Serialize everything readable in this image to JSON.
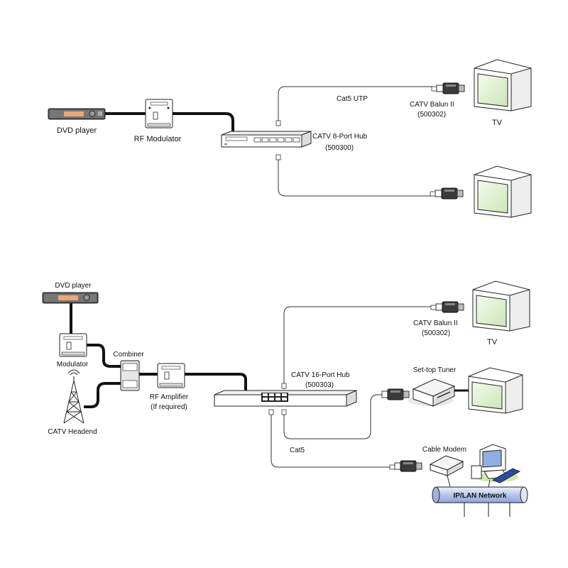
{
  "top": {
    "dvd_player": "DVD player",
    "rf_modulator": "RF Modulator",
    "hub_name": "CATV 8-Port Hub",
    "hub_code": "(500300)",
    "cable": "Cat5 UTP",
    "balun_name": "CATV Balun II",
    "balun_code": "(500302)",
    "tv": "TV"
  },
  "bottom": {
    "dvd_player": "DVD player",
    "modulator": "Modulator",
    "combiner": "Combiner",
    "rf_amplifier": "RF Amplifier",
    "rf_amplifier_note": "(If required)",
    "headend": "CATV Headend",
    "hub_name": "CATV 16-Port Hub",
    "hub_code": "(500303)",
    "balun_name": "CATV Balun II",
    "balun_code": "(500302)",
    "tv": "TV",
    "settop": "Set-top Tuner",
    "cable": "Cat5",
    "cable_modem": "Cable Modem",
    "network": "IP/LAN Network"
  },
  "colors": {
    "cable_thick": "#111111",
    "cable_thin": "#333333",
    "screen": "#d9f0c8",
    "device_body": "#ffffff",
    "dvd_display": "#e8a878",
    "balun_body": "#444444",
    "pipe_fill": "#c8d4ee",
    "highlight": "#cfe8a8"
  }
}
